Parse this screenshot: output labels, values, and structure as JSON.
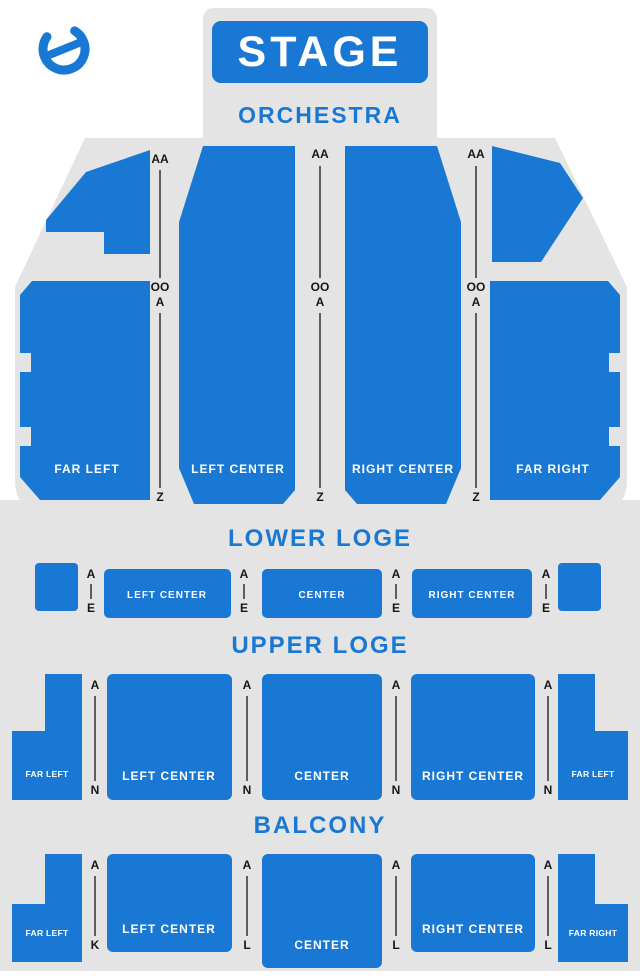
{
  "stage": {
    "label": "STAGE"
  },
  "orchestra": {
    "title": "ORCHESTRA",
    "rows": {
      "top": "AA",
      "mid_upper": "OO",
      "mid_lower": "A",
      "bottom": "Z"
    },
    "blocks": {
      "far_left": "FAR LEFT",
      "left_center": "LEFT CENTER",
      "right_center": "RIGHT CENTER",
      "far_right": "FAR RIGHT"
    }
  },
  "lower_loge": {
    "title": "LOWER LOGE",
    "rows": {
      "top": "A",
      "bottom": "E"
    },
    "blocks": {
      "left_center": "LEFT CENTER",
      "center": "CENTER",
      "right_center": "RIGHT CENTER"
    }
  },
  "upper_loge": {
    "title": "UPPER LOGE",
    "rows": {
      "top": "A",
      "bottom": "N"
    },
    "blocks": {
      "far_left": "FAR LEFT",
      "left_center": "LEFT CENTER",
      "center": "CENTER",
      "right_center": "RIGHT CENTER",
      "far_right": "FAR LEFT"
    }
  },
  "balcony": {
    "title": "BALCONY",
    "rows": {
      "top": "A",
      "bottom_far_left": "K",
      "bottom": "L"
    },
    "blocks": {
      "far_left": "FAR LEFT",
      "left_center": "LEFT CENTER",
      "center": "CENTER",
      "right_center": "RIGHT CENTER",
      "far_right": "FAR RIGHT"
    }
  },
  "colors": {
    "section_blue": "#1878d3",
    "background_gray": "#e4e4e5",
    "label_white": "#ffffff",
    "marker_black": "#161616"
  }
}
